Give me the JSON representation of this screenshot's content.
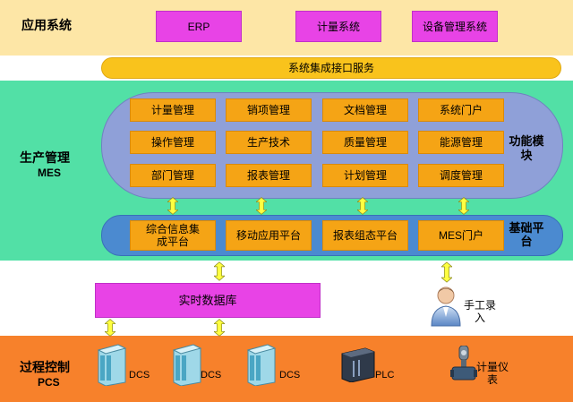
{
  "app_layer": {
    "label": "应用系统",
    "items": [
      "ERP",
      "计量系统",
      "设备管理系统"
    ],
    "interface_bar": "系统集成接口服务"
  },
  "mes_layer": {
    "label_line1": "生产管理",
    "label_line2": "MES",
    "function_label": "功能模块",
    "function_modules": [
      "计量管理",
      "销项管理",
      "文档管理",
      "系统门户",
      "操作管理",
      "生产技术",
      "质量管理",
      "能源管理",
      "部门管理",
      "报表管理",
      "计划管理",
      "调度管理"
    ],
    "platform_label": "基础平台",
    "platforms": [
      "综合信息集成平台",
      "移动应用平台",
      "报表组态平台",
      "MES门户"
    ]
  },
  "middle": {
    "database": "实时数据库",
    "manual_input": "手工录入"
  },
  "pcs_layer": {
    "label_line1": "过程控制",
    "label_line2": "PCS",
    "devices": [
      "DCS",
      "DCS",
      "DCS",
      "PLC",
      "计量仪表"
    ]
  },
  "colors": {
    "app_band": "#fde6a6",
    "mes_band": "#52e0a6",
    "pcs_band": "#f7812b",
    "module_box": "#f5a415",
    "magenta_box": "#e843e6",
    "arrow": "#ffff40"
  }
}
